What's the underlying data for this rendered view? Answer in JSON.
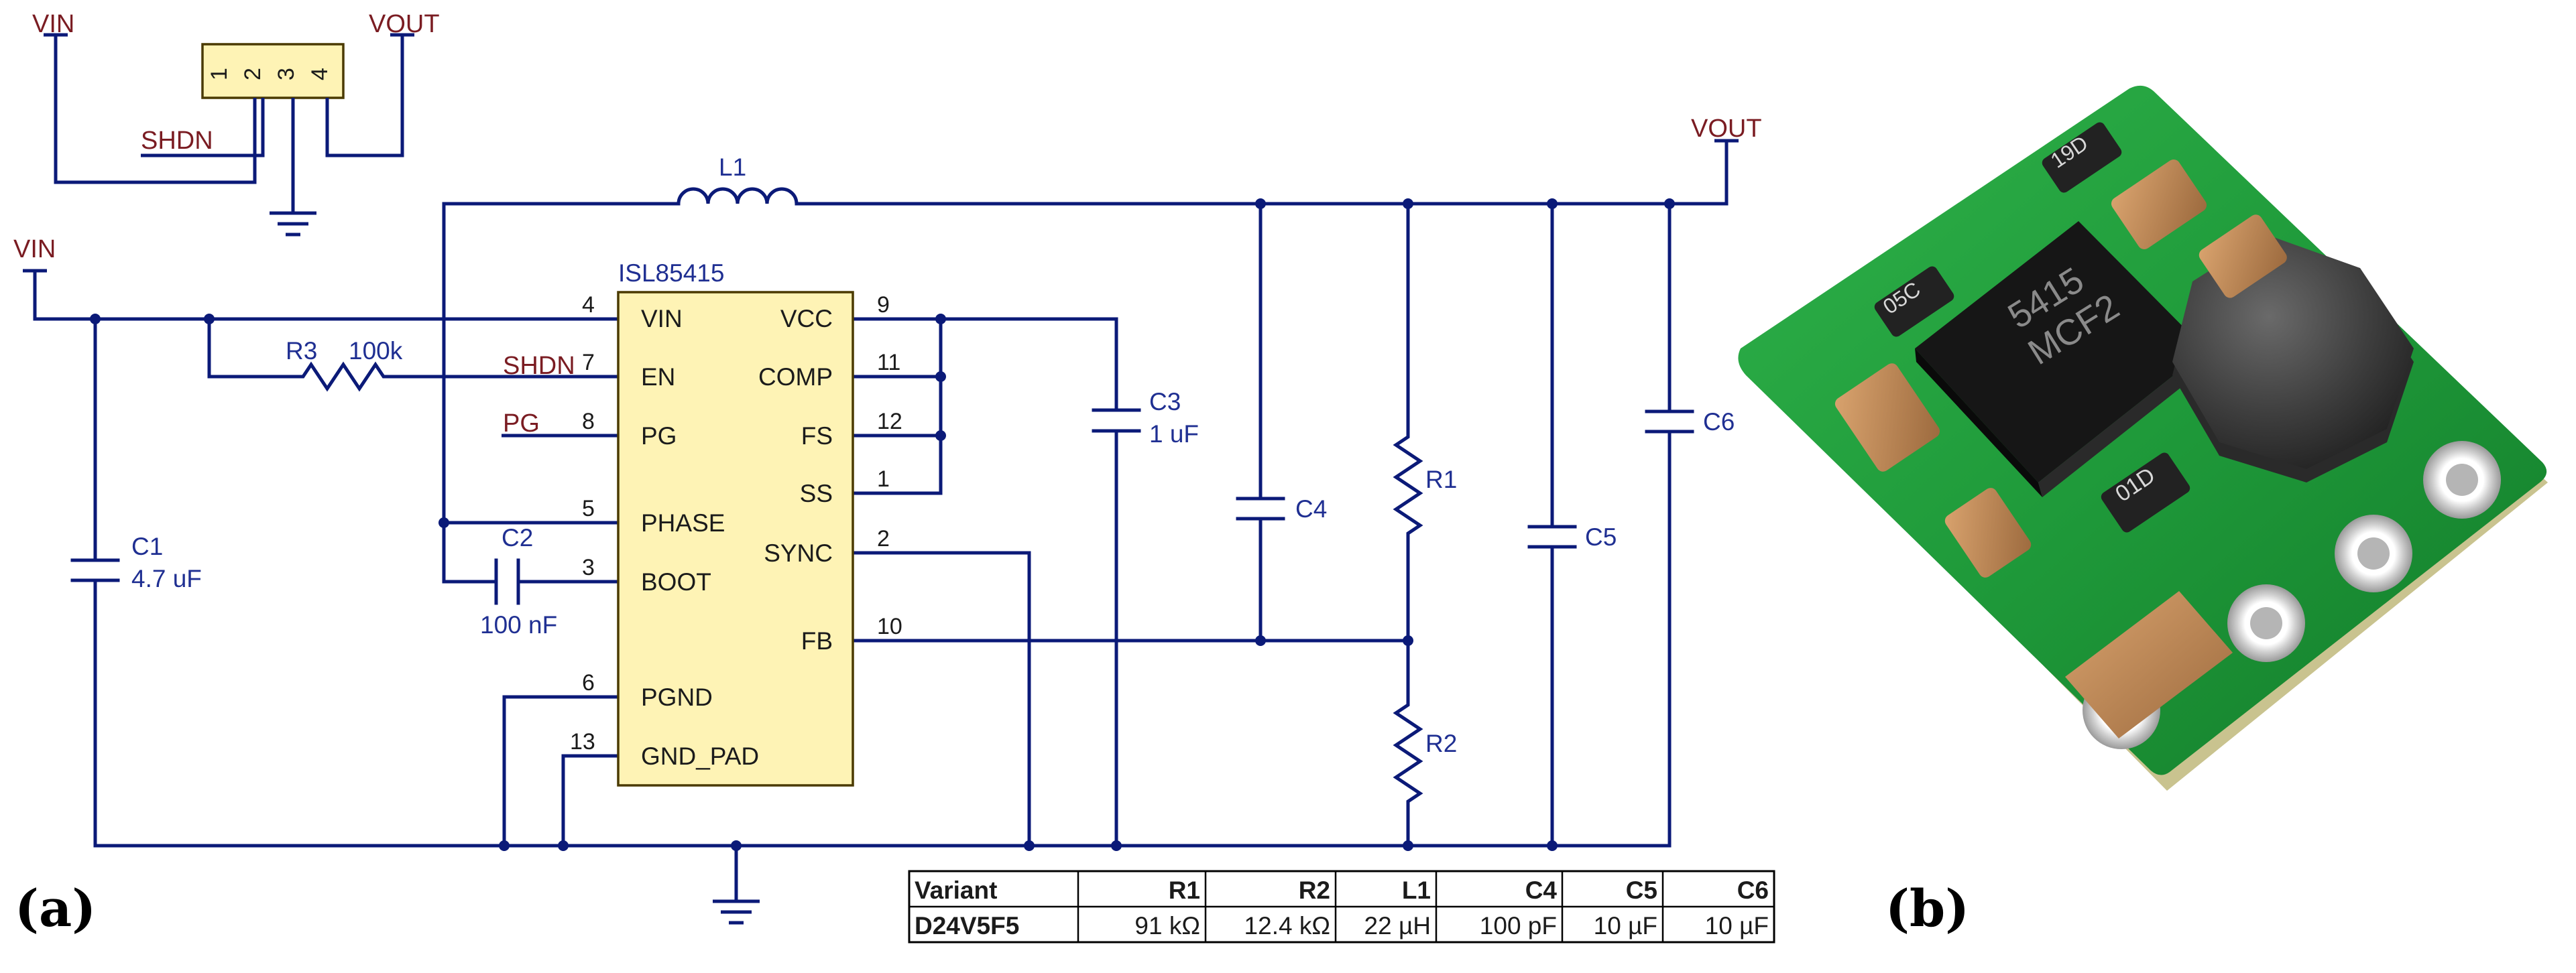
{
  "panel_labels": {
    "a": "(a)",
    "b": "(b)"
  },
  "connector": {
    "pins": [
      "1",
      "2",
      "3",
      "4"
    ],
    "net_vin": "VIN",
    "net_vout": "VOUT",
    "net_shdn": "SHDN"
  },
  "nets": {
    "vin": "VIN",
    "vout": "VOUT",
    "shdn": "SHDN",
    "pg": "PG"
  },
  "ic": {
    "name": "ISL85415",
    "left_pins": [
      {
        "num": "4",
        "name": "VIN"
      },
      {
        "num": "7",
        "name": "EN"
      },
      {
        "num": "8",
        "name": "PG"
      },
      {
        "num": "5",
        "name": "PHASE"
      },
      {
        "num": "3",
        "name": "BOOT"
      },
      {
        "num": "6",
        "name": "PGND"
      },
      {
        "num": "13",
        "name": "GND_PAD"
      }
    ],
    "right_pins": [
      {
        "num": "9",
        "name": "VCC"
      },
      {
        "num": "11",
        "name": "COMP"
      },
      {
        "num": "12",
        "name": "FS"
      },
      {
        "num": "1",
        "name": "SS"
      },
      {
        "num": "2",
        "name": "SYNC"
      },
      {
        "num": "10",
        "name": "FB"
      }
    ]
  },
  "components": {
    "l1": {
      "ref": "L1"
    },
    "r3": {
      "ref": "R3",
      "value": "100k"
    },
    "c1": {
      "ref": "C1",
      "value": "4.7 uF"
    },
    "c2": {
      "ref": "C2",
      "value": "100 nF"
    },
    "c3": {
      "ref": "C3",
      "value": "1 uF"
    },
    "c4": {
      "ref": "C4"
    },
    "c5": {
      "ref": "C5"
    },
    "c6": {
      "ref": "C6"
    },
    "r1": {
      "ref": "R1"
    },
    "r2": {
      "ref": "R2"
    }
  },
  "variant_table": {
    "headers": [
      "Variant",
      "R1",
      "R2",
      "L1",
      "C4",
      "C5",
      "C6"
    ],
    "rows": [
      [
        "D24V5F5",
        "91 kΩ",
        "12.4 kΩ",
        "22 µH",
        "100 pF",
        "10 µF",
        "10 µF"
      ]
    ]
  },
  "photo": {
    "ic_marking_line1": "5415",
    "ic_marking_line2": "MCF2",
    "part_marks": [
      "19D",
      "05C",
      "01D"
    ]
  },
  "colors": {
    "wire": "#0b1a78",
    "net_label": "#7a1c22",
    "component_label": "#1f2f92",
    "ic_body": "#fef3b5",
    "pcb": "#1f9a3a",
    "inductor": "#3e3e3e"
  }
}
